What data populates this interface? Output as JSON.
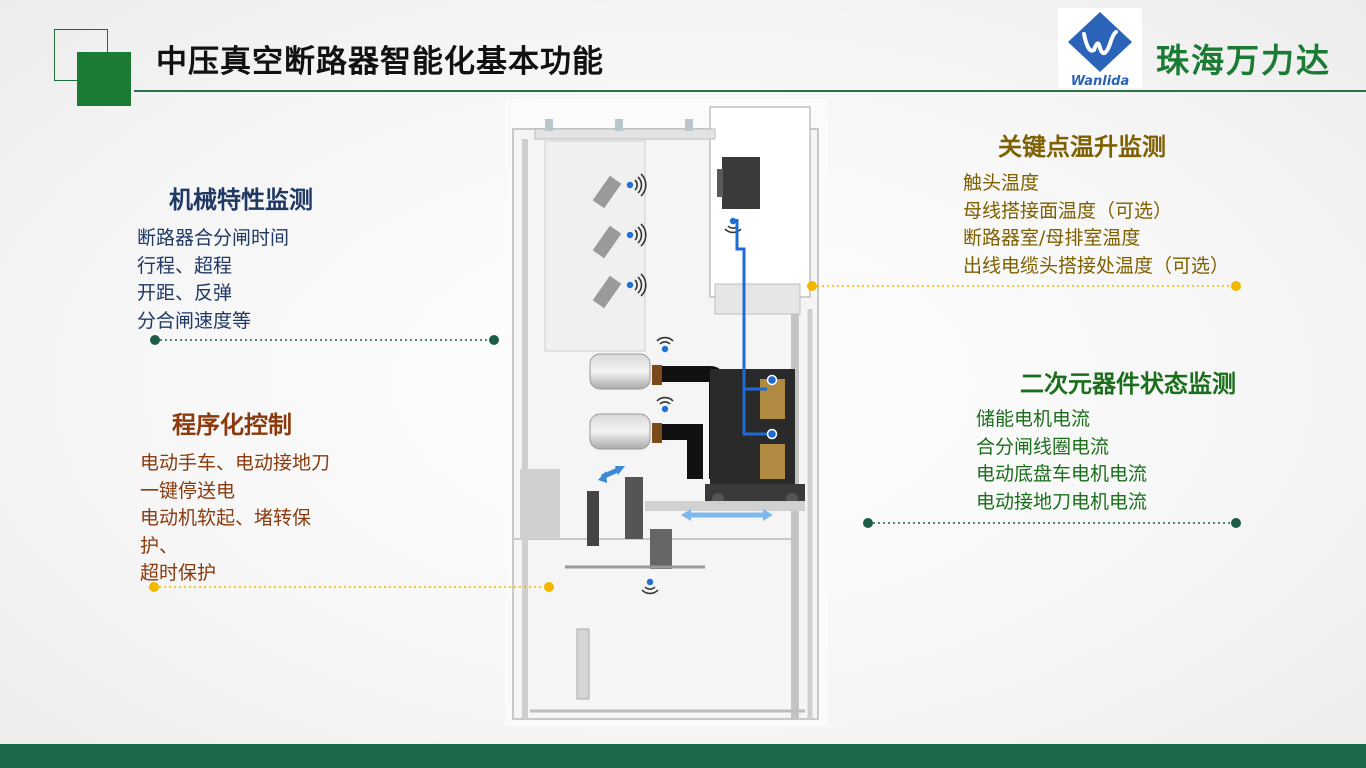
{
  "header": {
    "title": "中压真空断路器智能化基本功能",
    "brand_name": "珠海万力达",
    "logo_text": "Wanlida"
  },
  "panels": {
    "mechanical": {
      "title": "机械特性监测",
      "items": [
        "断路器合分闸时间",
        "行程、超程",
        "开距、反弹",
        "分合闸速度等"
      ]
    },
    "program": {
      "title": "程序化控制",
      "items": [
        "电动手车、电动接地刀",
        "一键停送电",
        "电动机软起、堵转保",
        "护、",
        "超时保护"
      ]
    },
    "temperature": {
      "title": "关键点温升监测",
      "items": [
        "触头温度",
        "母线搭接面温度（可选）",
        "断路器室/母排室温度",
        "出线电缆头搭接处温度（可选）"
      ]
    },
    "secondary": {
      "title": "二次元器件状态监测",
      "items": [
        "储能电机电流",
        "合分闸线圈电流",
        "电动底盘车电机电流",
        "电动接地刀电机电流"
      ]
    }
  },
  "colors": {
    "brand_green": "#1b7a34",
    "mechanical": "#1f3864",
    "program": "#8b3a0e",
    "temperature": "#7f6000",
    "secondary": "#1b6e1b",
    "dot_green": "#1a5c45",
    "dot_yellow": "#f2b800",
    "footer": "#1a6a4a"
  },
  "icons": {
    "logo": "wanlida-logo-icon",
    "sensor": "wireless-sensor-icon"
  }
}
